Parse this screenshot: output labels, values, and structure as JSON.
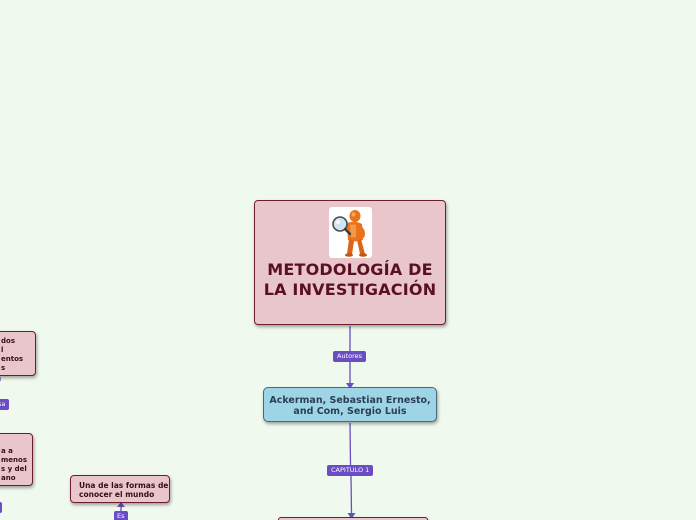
{
  "main": {
    "title": "METODOLOGÍA DE LA INVESTIGACIÓN",
    "image": "detective-figure-with-magnifying-glass"
  },
  "authors_node": {
    "lines": [
      "Ackerman, Sebastian Ernesto,",
      "and Com, Sergio Luis"
    ]
  },
  "links": {
    "autores": "Autores",
    "capitulo": "CAPITULO 1",
    "es": "Es",
    "left_upper": "sa",
    "left_lower": ""
  },
  "forms_node": {
    "lines": [
      "Una de las formas de",
      "conocer el mundo"
    ]
  },
  "left_node_upper": {
    "lines": [
      "dos",
      "l",
      "entos",
      "s"
    ]
  },
  "left_node_lower": {
    "lines": [
      "a a",
      "menos",
      "s y del",
      "ano"
    ]
  },
  "colors": {
    "background": "#f0f9ee",
    "node_pink": "#e8c6cc",
    "node_blue": "#9ed5e6",
    "label_purple": "#6a4cc4",
    "connector": "#6a4cc4"
  }
}
